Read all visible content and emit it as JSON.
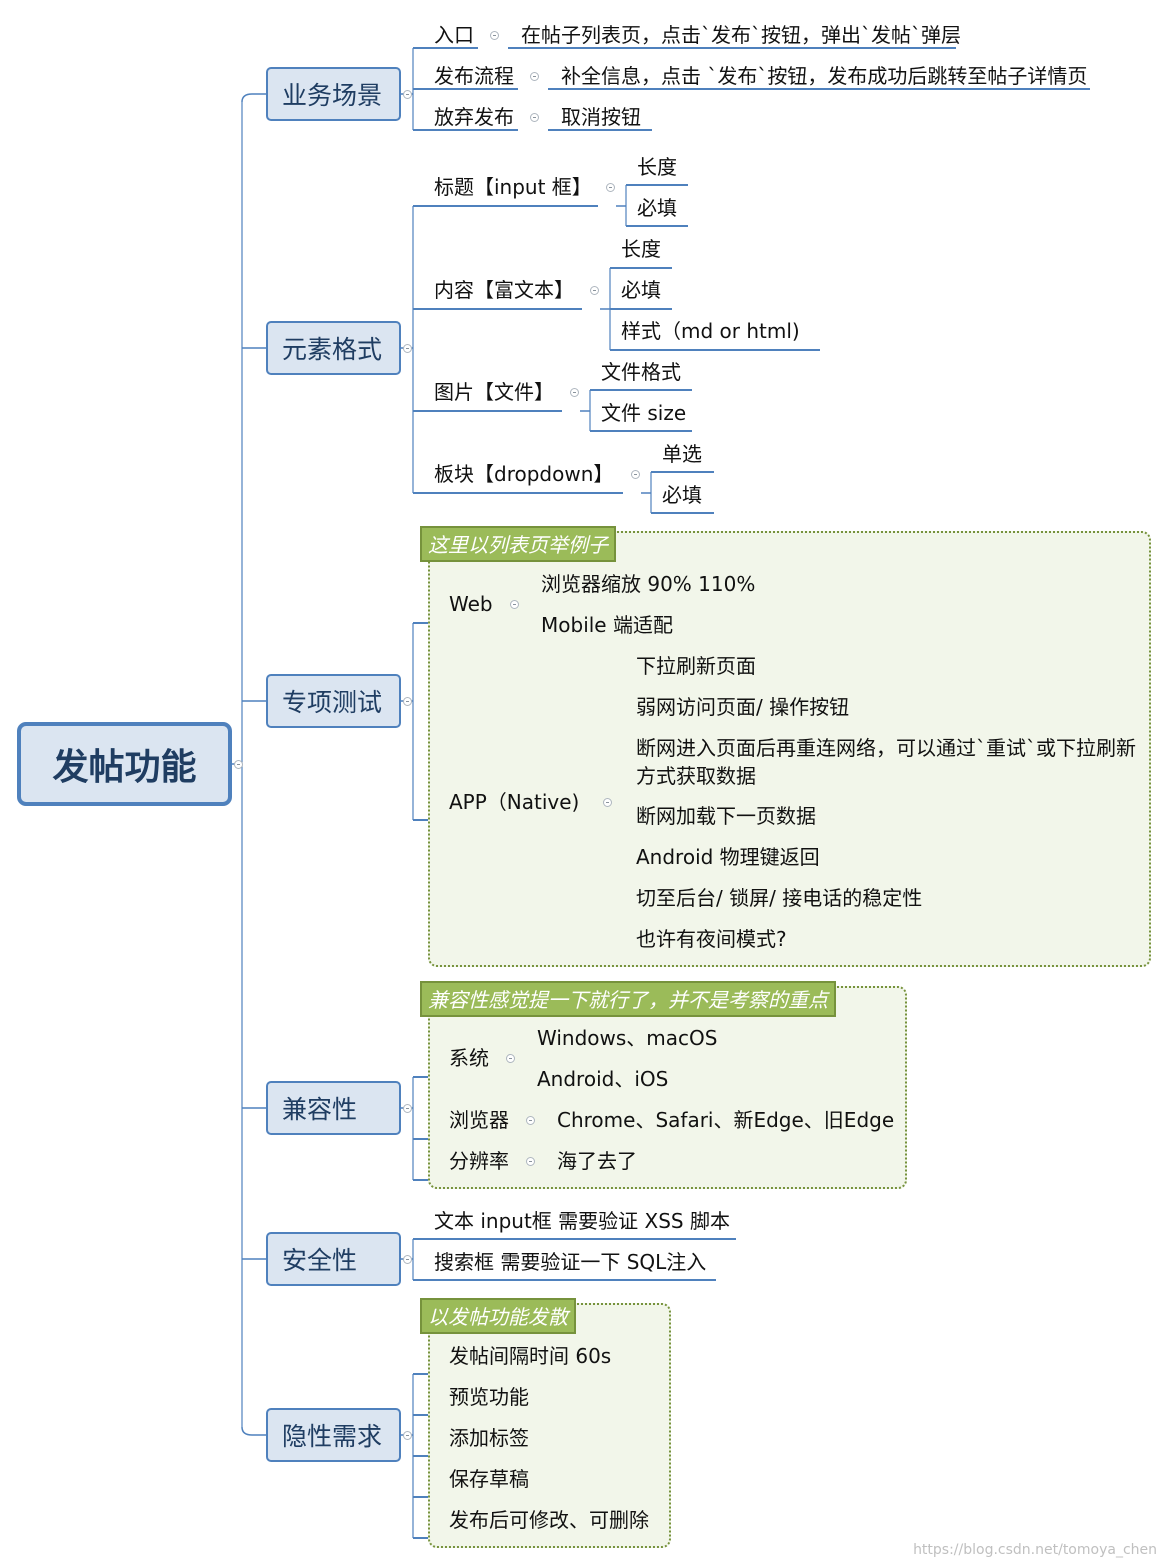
{
  "root": "发帖功能",
  "watermark": "https://blog.csdn.net/tomoya_chen",
  "branches": [
    {
      "id": "biz",
      "label": "业务场景",
      "items": [
        {
          "label": "入口",
          "children": [
            "在帖子列表页，点击`发布`按钮，弹出`发帖`弹层"
          ]
        },
        {
          "label": "发布流程",
          "children": [
            "补全信息，点击 `发布`按钮，发布成功后跳转至帖子详情页"
          ]
        },
        {
          "label": "放弃发布",
          "children": [
            "取消按钮"
          ]
        }
      ]
    },
    {
      "id": "elem",
      "label": "元素格式",
      "items": [
        {
          "label": "标题【input 框】",
          "children": [
            "长度",
            "必填"
          ]
        },
        {
          "label": "内容【富文本】",
          "children": [
            "长度",
            "必填",
            "样式（md or html)"
          ]
        },
        {
          "label": "图片【文件】",
          "children": [
            "文件格式",
            "文件 size"
          ]
        },
        {
          "label": "板块【dropdown】",
          "children": [
            "单选",
            "必填"
          ]
        }
      ]
    },
    {
      "id": "special",
      "label": "专项测试",
      "boundary": "这里以列表页举例子",
      "items": [
        {
          "label": "Web",
          "children": [
            "浏览器缩放 90% 110%",
            "Mobile 端适配"
          ]
        },
        {
          "label": "APP（Native)",
          "children": [
            "下拉刷新页面",
            "弱网访问页面/ 操作按钮",
            "断网进入页面后再重连网络，可以通过`重试`或下拉刷新方式获取数据",
            "断网加载下一页数据",
            "Android 物理键返回",
            "切至后台/ 锁屏/ 接电话的稳定性",
            "也许有夜间模式?"
          ]
        }
      ]
    },
    {
      "id": "compat",
      "label": "兼容性",
      "boundary": "兼容性感觉提一下就行了，并不是考察的重点",
      "items": [
        {
          "label": "系统",
          "children": [
            "Windows、macOS",
            "Android、iOS"
          ]
        },
        {
          "label": "浏览器",
          "children": [
            "Chrome、Safari、新Edge、旧Edge"
          ]
        },
        {
          "label": "分辨率",
          "children": [
            "海了去了"
          ]
        }
      ]
    },
    {
      "id": "security",
      "label": "安全性",
      "items": [
        {
          "label": "文本 input框 需要验证 XSS 脚本",
          "children": []
        },
        {
          "label": "搜索框 需要验证一下 SQL注入",
          "children": []
        }
      ]
    },
    {
      "id": "hidden",
      "label": "隐性需求",
      "boundary": "以发帖功能发散",
      "items": [
        {
          "label": "发帖间隔时间 60s",
          "children": []
        },
        {
          "label": "预览功能",
          "children": []
        },
        {
          "label": "添加标签",
          "children": []
        },
        {
          "label": "保存草稿",
          "children": []
        },
        {
          "label": "发布后可修改、可删除",
          "children": []
        }
      ]
    }
  ],
  "colors": {
    "connector": "#4f81bd",
    "boundary_fill": "#f2f6ea",
    "boundary_border": "#76923c",
    "boundary_title": "#9bbb59"
  }
}
